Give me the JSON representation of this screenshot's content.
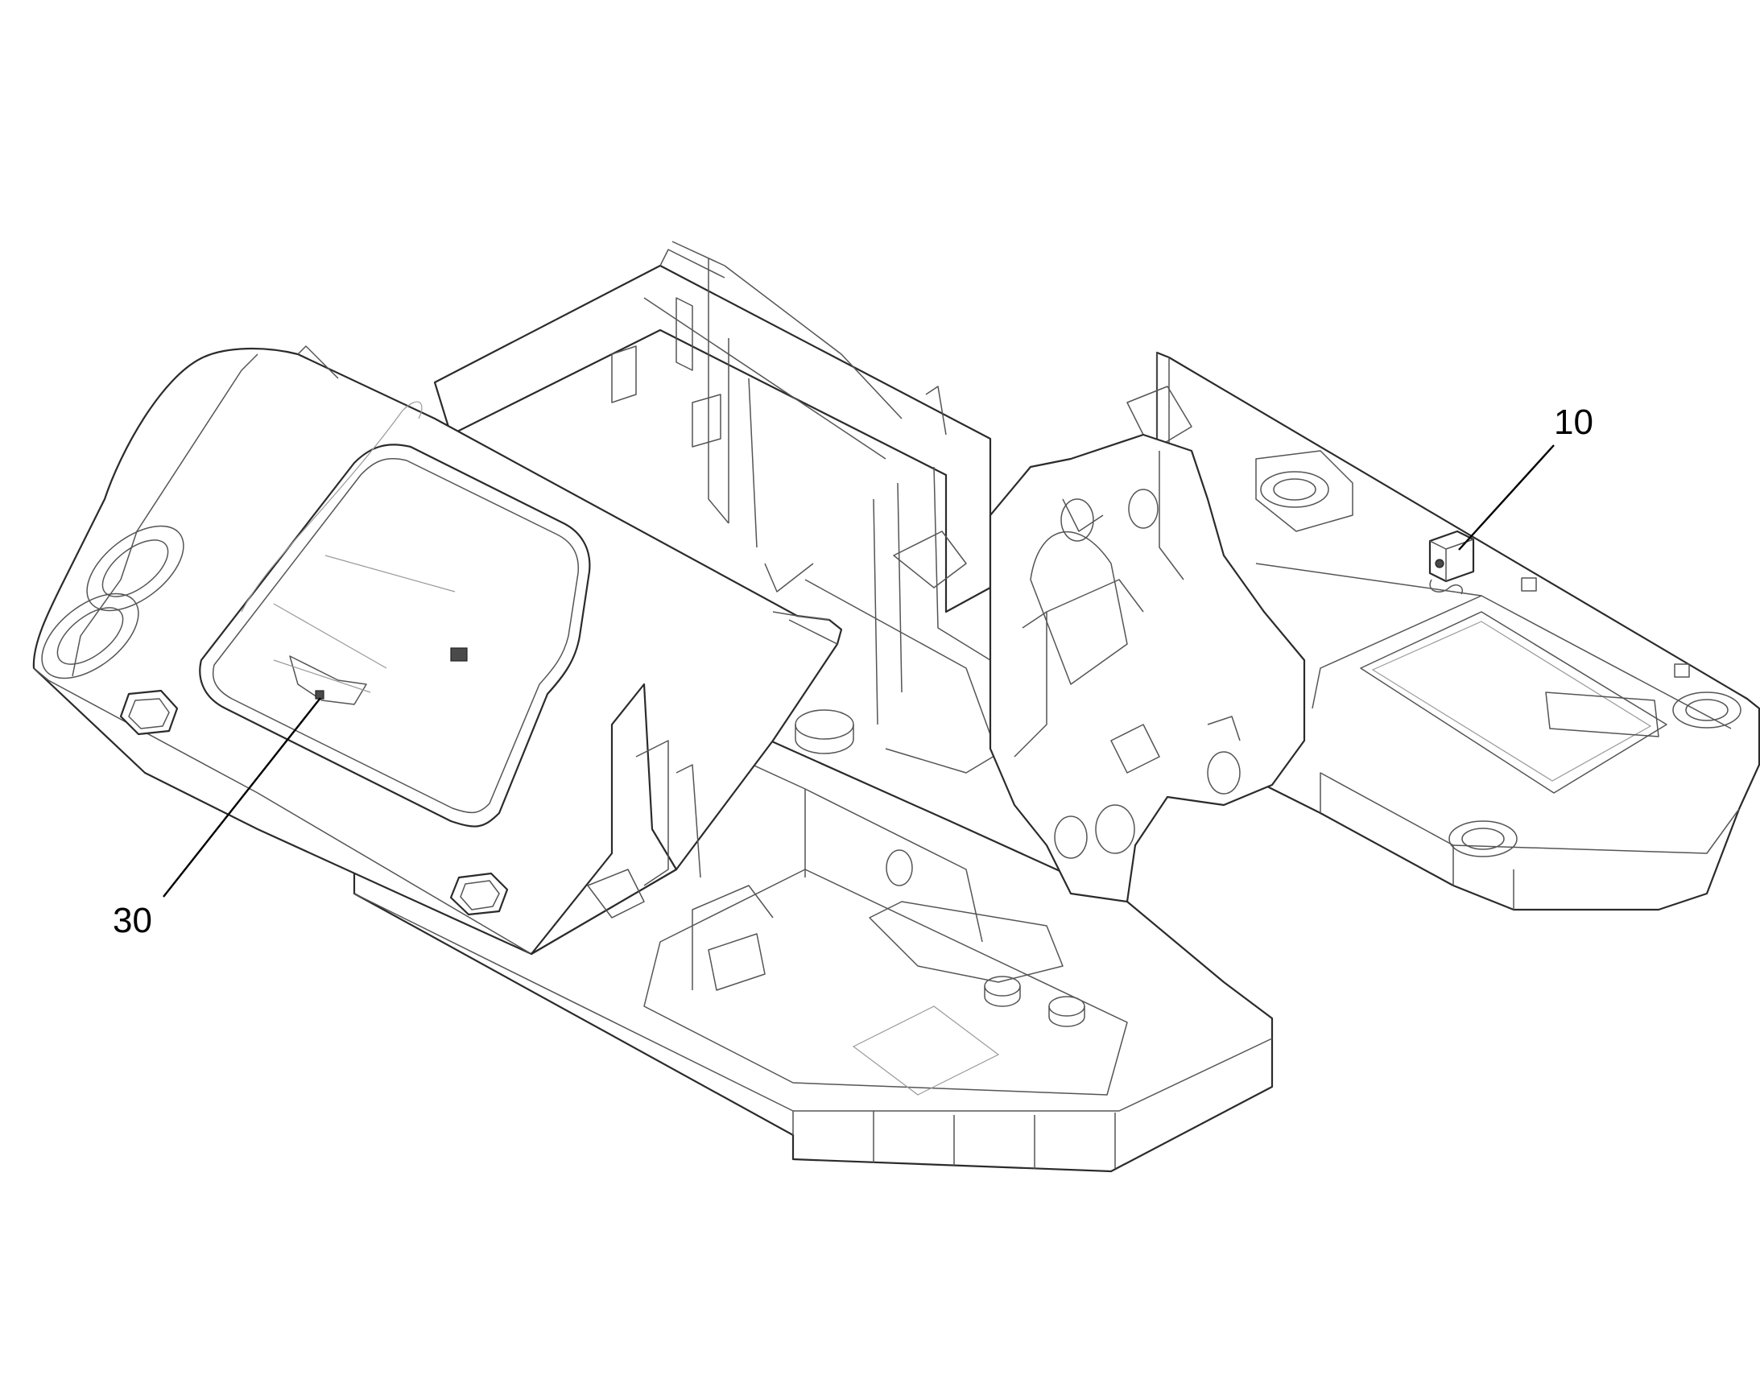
{
  "figure": {
    "callouts": [
      {
        "id": "callout-10",
        "label": "10"
      },
      {
        "id": "callout-30",
        "label": "30"
      }
    ]
  }
}
